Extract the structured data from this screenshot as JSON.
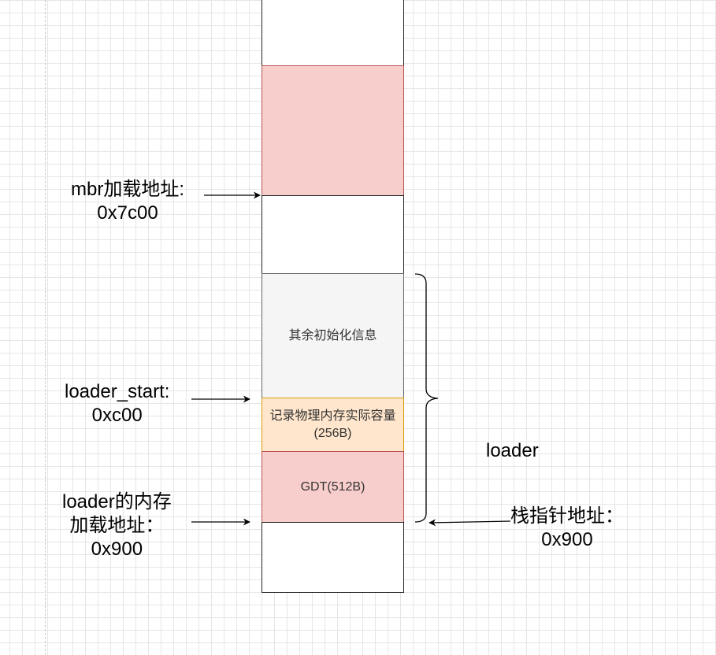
{
  "blocks": {
    "gdt": "GDT(512B)",
    "mem_size": "记录物理内存实际容量(256B)",
    "other_init": "其余初始化信息"
  },
  "labels": {
    "mbr_line1": "mbr加载地址:",
    "mbr_line2": "0x7c00",
    "loader_start_line1": "loader_start:",
    "loader_start_line2": "0xc00",
    "loader_load_line1": "loader的内存",
    "loader_load_line2": "加载地址：",
    "loader_load_line3": "0x900",
    "loader_brace": "loader",
    "stack_line1": "栈指针地址：",
    "stack_line2": "0x900"
  },
  "colors": {
    "pink_fill": "#f8cecc",
    "pink_stroke": "#b85450",
    "gray_fill": "#f5f5f5",
    "orange_fill": "#ffe6cc",
    "orange_stroke": "#d79b00"
  }
}
